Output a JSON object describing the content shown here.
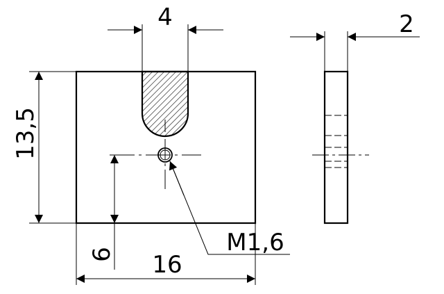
{
  "drawing": {
    "dim_top_width": "4",
    "dim_side_thickness": "2",
    "dim_height": "13,5",
    "dim_hole_height": "6",
    "dim_bottom_width": "16",
    "thread_label": "M1,6"
  },
  "colors": {
    "line": "#000000",
    "background": "#ffffff",
    "hatch_fill": "#ffffff"
  }
}
